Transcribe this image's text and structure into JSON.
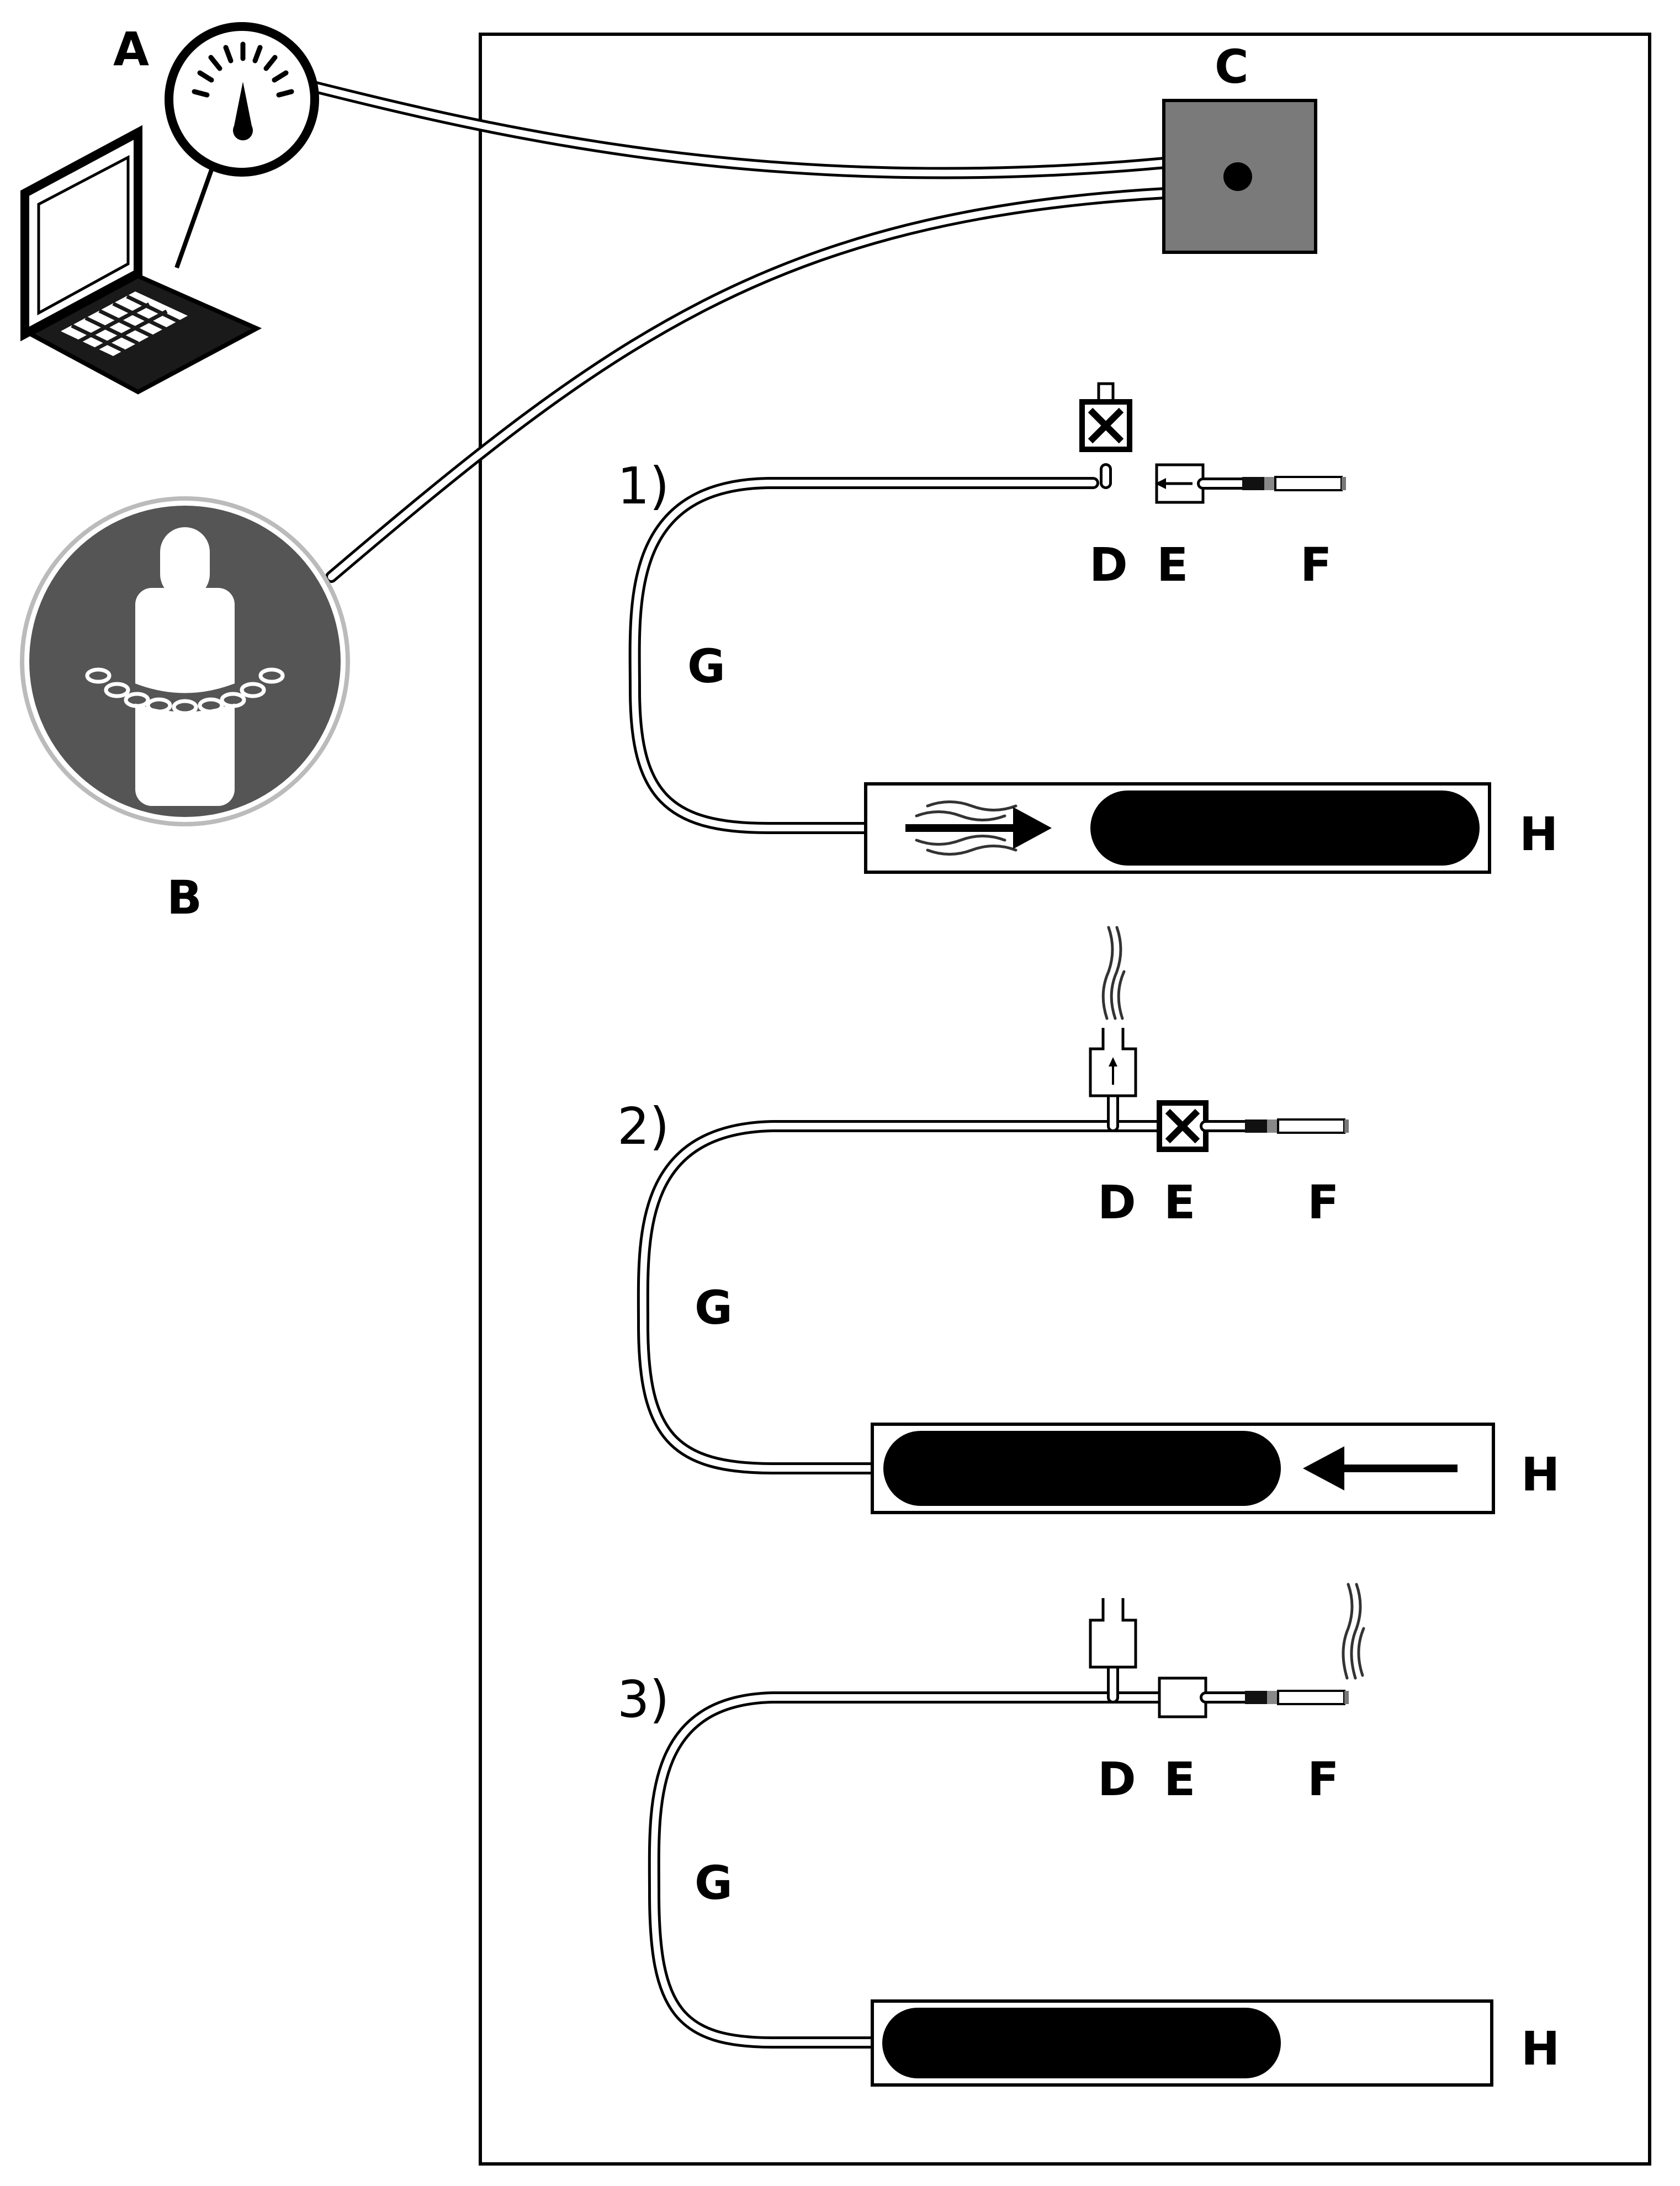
{
  "labels": {
    "a": "A",
    "b": "B",
    "c": "C",
    "d": "D",
    "e": "E",
    "f": "F",
    "g": "G",
    "h": "H"
  },
  "steps": {
    "step1": "1)",
    "step2": "2)",
    "step3": "3)"
  },
  "icons": {
    "gauge": "pressure-gauge-icon",
    "laptop": "laptop-icon",
    "gas_cylinder": "gas-cylinder-icon",
    "controller": "controller-box-icon",
    "valve_closed": "closed-valve-icon",
    "check_valve": "check-valve-icon",
    "cigarette": "cigarette-icon",
    "syringe": "syringe-chamber-icon"
  },
  "colors": {
    "controller_fill": "#7a7a7a",
    "cylinder_circle": "#555555",
    "plunger": "#000000",
    "outline": "#000000"
  }
}
